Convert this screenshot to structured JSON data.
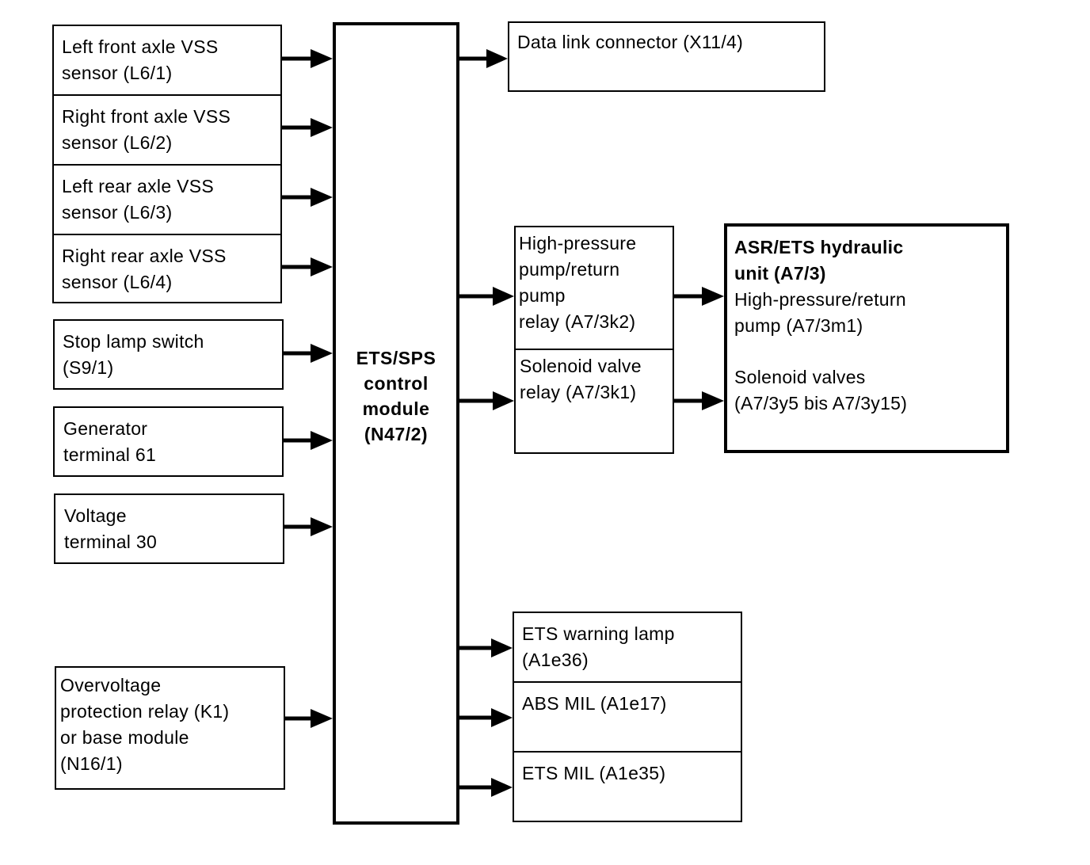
{
  "inputs": {
    "left_front": "Left front axle VSS\nsensor (L6/1)",
    "right_front": "Right front axle VSS\nsensor (L6/2)",
    "left_rear": "Left rear axle VSS\nsensor (L6/3)",
    "right_rear": "Right rear axle VSS\nsensor (L6/4)",
    "stop_lamp": "Stop lamp switch\n(S9/1)",
    "generator": "Generator\nterminal 61",
    "voltage": "Voltage\nterminal 30",
    "overvoltage": "Overvoltage\nprotection relay (K1)\nor base module\n(N16/1)"
  },
  "control_module": {
    "label": "ETS/SPS\ncontrol\nmodule\n(N47/2)"
  },
  "outputs": {
    "data_link": "Data link connector (X11/4)",
    "hp_relay": "High-pressure\npump/return\npump\nrelay (A7/3k2)",
    "solenoid_relay": "Solenoid valve\nrelay (A7/3k1)",
    "ets_warning": "ETS warning lamp\n(A1e36)",
    "abs_mil": "ABS MIL (A1e17)",
    "ets_mil": "ETS MIL (A1e35)"
  },
  "hydraulic_unit": {
    "title": "ASR/ETS hydraulic\nunit (A7/3)",
    "pump": "High-pressure/return\npump (A7/3m1)",
    "valves": "Solenoid valves\n(A7/3y5 bis A7/3y15)"
  }
}
